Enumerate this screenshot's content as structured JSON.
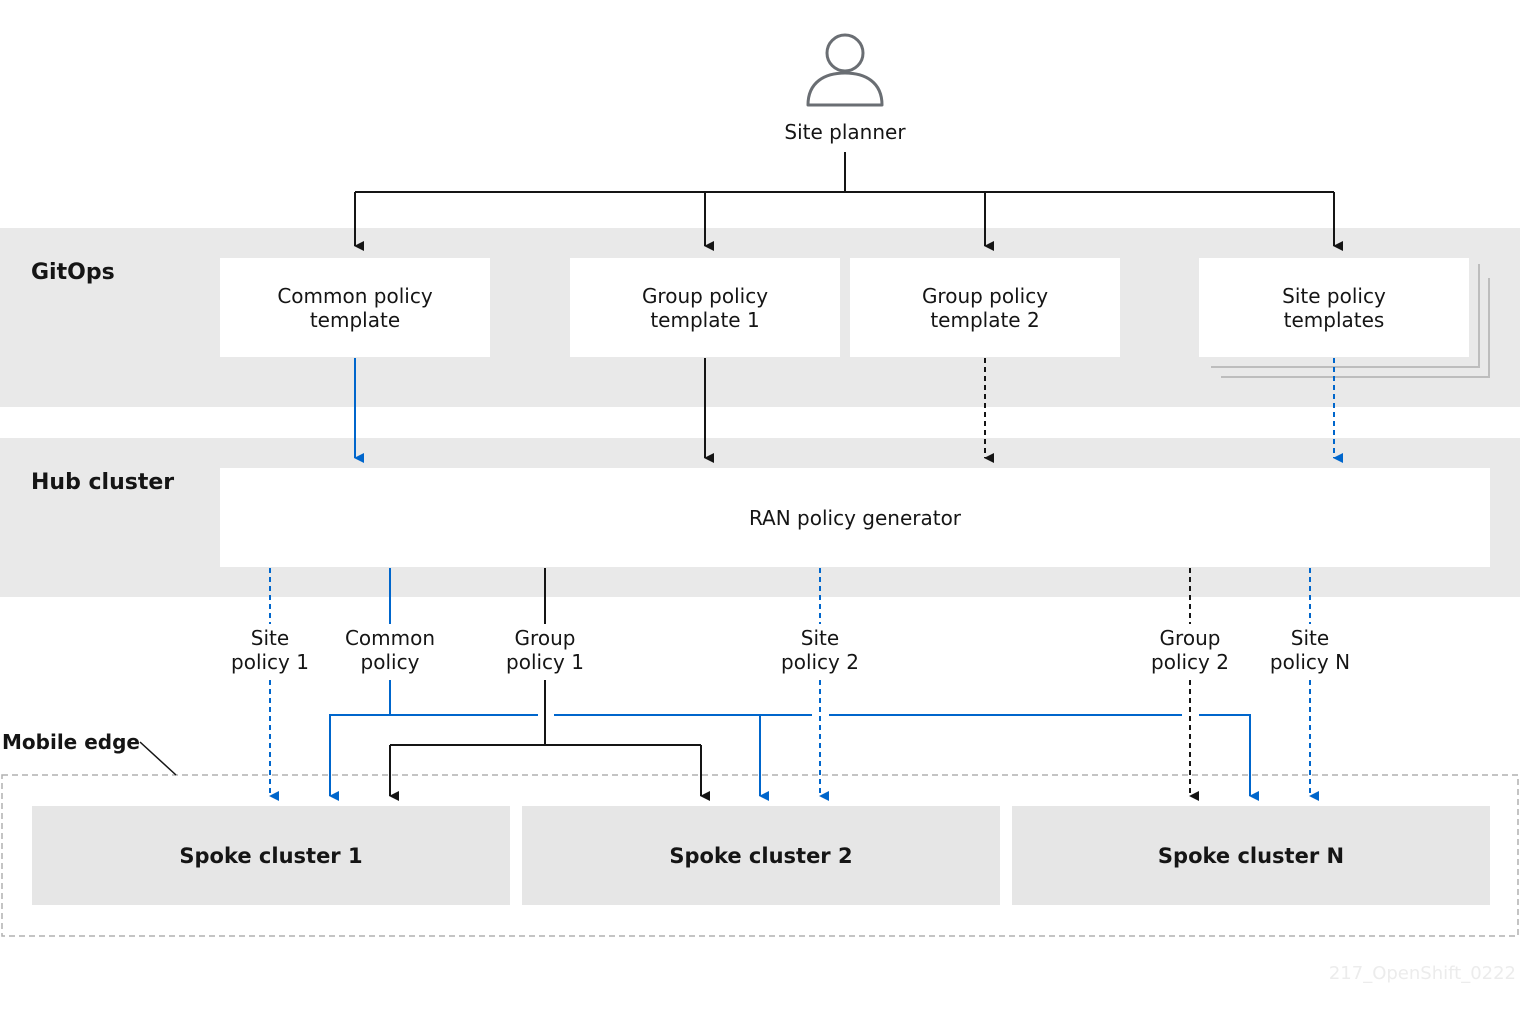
{
  "actor": {
    "label": "Site planner",
    "icon": "person-icon"
  },
  "sections": {
    "gitops": "GitOps",
    "hub": "Hub cluster",
    "edge": "Mobile edge"
  },
  "templates": [
    {
      "label": "Common policy\ntemplate"
    },
    {
      "label": "Group policy\ntemplate 1"
    },
    {
      "label": "Group policy\ntemplate 2"
    },
    {
      "label": "Site policy\ntemplates"
    }
  ],
  "generator": {
    "label": "RAN policy generator"
  },
  "policies": [
    {
      "label": "Site\npolicy 1"
    },
    {
      "label": "Common\npolicy"
    },
    {
      "label": "Group\npolicy 1"
    },
    {
      "label": "Site\npolicy 2"
    },
    {
      "label": "Group\npolicy 2"
    },
    {
      "label": "Site\npolicy N"
    }
  ],
  "spokes": [
    {
      "label": "Spoke cluster 1"
    },
    {
      "label": "Spoke cluster 2"
    },
    {
      "label": "Spoke cluster N"
    }
  ],
  "colors": {
    "blue": "#0066cc",
    "black": "#151515",
    "band": "#e9e9e9",
    "spoke": "#e6e6e6"
  },
  "watermark": "217_OpenShift_0222"
}
